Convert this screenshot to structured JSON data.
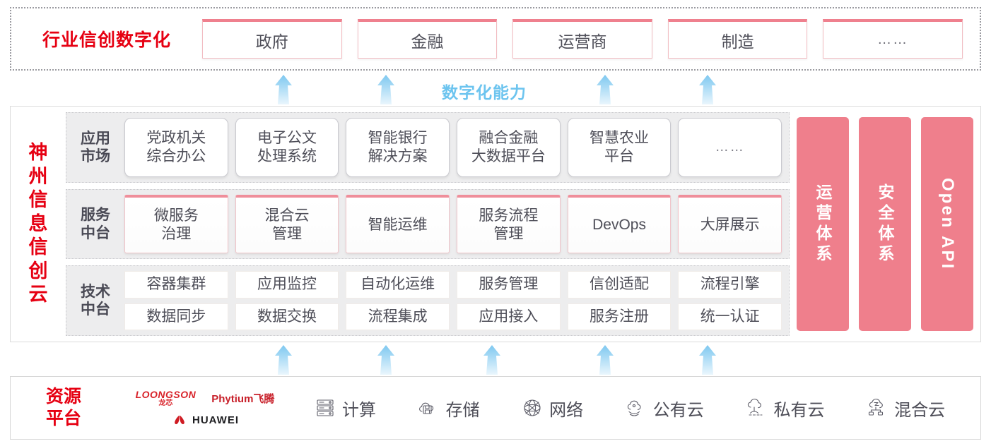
{
  "industry": {
    "title": "行业信创数字化",
    "boxes": [
      {
        "label": "政府",
        "name": "industry-box-government"
      },
      {
        "label": "金融",
        "name": "industry-box-finance"
      },
      {
        "label": "运营商",
        "name": "industry-box-carrier"
      },
      {
        "label": "制造",
        "name": "industry-box-manufacturing"
      },
      {
        "label": "……",
        "name": "industry-box-more"
      }
    ]
  },
  "capability_label": "数字化能力",
  "cloud": {
    "title": "神州信息信创云",
    "tiers": [
      {
        "label": "应用\n市场",
        "style": "rounded",
        "cells": [
          "党政机关\n综合办公",
          "电子公文\n处理系统",
          "智能银行\n解决方案",
          "融合金融\n大数据平台",
          "智慧农业\n平台",
          "……"
        ]
      },
      {
        "label": "服务\n中台",
        "style": "pinktop",
        "cells": [
          "微服务\n治理",
          "混合云\n管理",
          "智能运维",
          "服务流程\n管理",
          "DevOps",
          "大屏展示"
        ]
      },
      {
        "label": "技术\n中台",
        "style": "flat",
        "rows": [
          [
            "容器集群",
            "应用监控",
            "自动化运维",
            "服务管理",
            "信创适配",
            "流程引擎"
          ],
          [
            "数据同步",
            "数据交换",
            "流程集成",
            "应用接入",
            "服务注册",
            "统一认证"
          ]
        ]
      }
    ],
    "pillars": [
      {
        "label": "运营体系",
        "latin": false
      },
      {
        "label": "安全体系",
        "latin": false
      },
      {
        "label": "Open API",
        "latin": true
      }
    ]
  },
  "resource": {
    "title": "资源\n平台",
    "vendors": [
      {
        "name": "loongson",
        "en": "LOONGSON",
        "cn": "龙芯"
      },
      {
        "name": "phytium",
        "text": "Phytium飞腾"
      },
      {
        "name": "huawei",
        "text": "HUAWEI"
      }
    ],
    "items": [
      {
        "icon": "server-icon",
        "label": "计算"
      },
      {
        "icon": "storage-cloud-icon",
        "label": "存储"
      },
      {
        "icon": "network-icon",
        "label": "网络"
      },
      {
        "icon": "public-cloud-icon",
        "label": "公有云"
      },
      {
        "icon": "private-cloud-icon",
        "label": "私有云"
      },
      {
        "icon": "hybrid-cloud-icon",
        "label": "混合云"
      }
    ]
  },
  "colors": {
    "brand_red": "#e60012",
    "pink": "#ef7f8c",
    "arrow_blue": "#6cc4ef",
    "tier_bg": "#ededee"
  },
  "arrows_top_x": [
    382,
    527,
    837,
    982
  ],
  "arrows_bottom_x": [
    382,
    527,
    677,
    837,
    982
  ]
}
